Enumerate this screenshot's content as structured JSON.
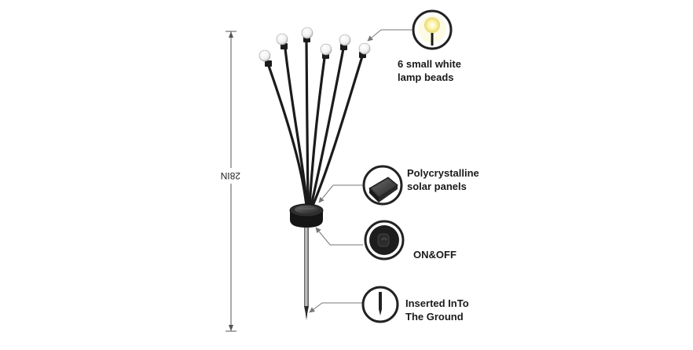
{
  "dimension": {
    "height_label": "28IN"
  },
  "callouts": {
    "lamp_beads": {
      "line1": "6 small white",
      "line2": "lamp beads",
      "icon": "glowing-bulb-icon"
    },
    "solar_panels": {
      "line1": "Polycrystalline",
      "line2": "solar panels",
      "icon": "solar-panel-icon"
    },
    "switch": {
      "line1": "ON&OFF",
      "icon": "power-switch-icon"
    },
    "ground_stake": {
      "line1": "Inserted InTo",
      "line2": "The Ground",
      "icon": "ground-stake-icon"
    }
  },
  "colors": {
    "stem": "#1b1b1b",
    "bead": "#f4f4f4",
    "glow": "#fff3a0",
    "arrow": "#777777",
    "dimension_line": "#555555",
    "badge_border": "#222222"
  }
}
